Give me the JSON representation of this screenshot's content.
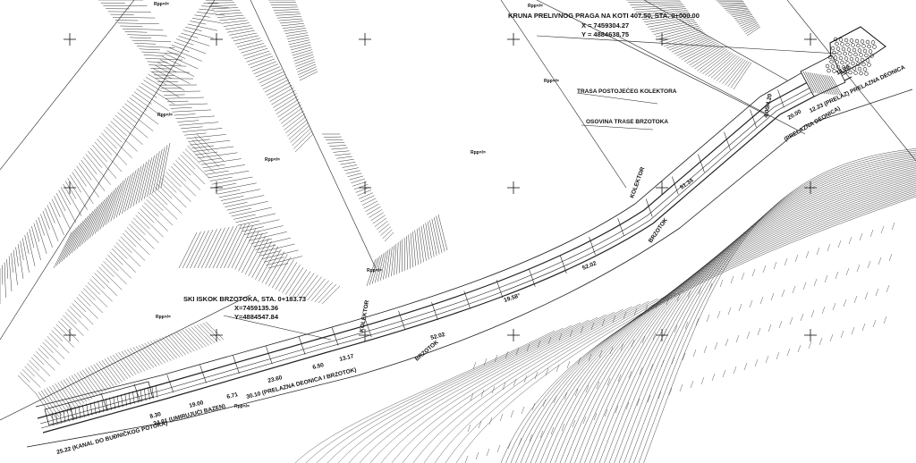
{
  "crest": {
    "title": "KRUNA PRELIVNOG PRAGA NA KOTI 407.50, STA. 0+000.00",
    "x": "X = 7459304.27",
    "y": "Y = 4884638.75"
  },
  "outlet": {
    "title": "SKI ISKOK BRZOTOKA, STA. 0+183.73",
    "x": "X=7459135.36",
    "y": "Y=4884547.84"
  },
  "leaders": {
    "collector": "TRASA POSTOJEĆEG KOLEKTORA",
    "axis": "OSOVINA TRASE BRZOTOKA"
  },
  "dimensions": {
    "d1": "14.00",
    "d2": "12.23 (PRELAZ) PRELAZNA DEONICA",
    "d3": "20.00",
    "d4": "(PRELAZNA DEONICA)",
    "d5": "51.34",
    "d6": "52.02",
    "d7": "52.02",
    "d8": "13.17",
    "d9": "6.50",
    "d10": "23.60",
    "d11": "30.10 (PRELAZNA DEONICA I BRZOTOK)",
    "d12": "6.71",
    "d13": "19.00",
    "d14": "34.01 (UMIRUJUĆI BAZEN)",
    "d15": "8.30",
    "d16": "25.22 (KANAL DO BUĐNIČKOG POTOKA)",
    "angle": "19.58°"
  },
  "tags": {
    "brzotok1": "BRZOTOK",
    "brzotok2": "BRZOTOK",
    "k1": "KOLEKTOR",
    "k2": "KOLEKTOR",
    "k3": "4.00/4.20"
  },
  "spot_elevations": [
    "Rpp=/=",
    "Rpp=/=",
    "Rpp=/=",
    "Rpp=/=",
    "Rpp=/=",
    "Rpp=/=",
    "Rpp=/=",
    "Rpp=/=",
    "Rpp=/="
  ]
}
